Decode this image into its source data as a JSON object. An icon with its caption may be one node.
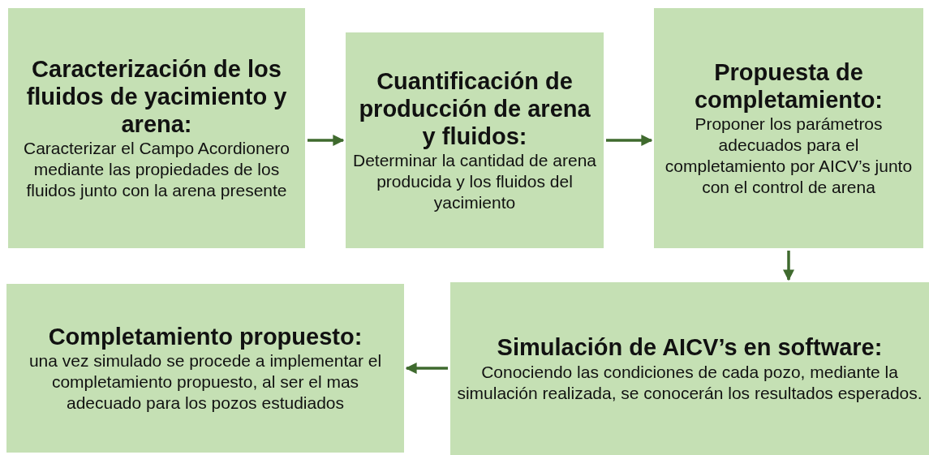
{
  "diagram": {
    "nodes": [
      {
        "text": [
          "Caracterización de los fluidos de yacimiento y arena:",
          "Caracterizar el Campo Acordionero mediante las propiedades de los fluidos junto con la arena presente"
        ]
      },
      {
        "text": [
          "Cuantificación de producción de arena y fluidos:",
          "Determinar la cantidad de arena producida y los fluidos del yacimiento"
        ]
      },
      {
        "text": [
          "Propuesta de completamiento:",
          "Proponer los parámetros adecuados para el completamiento por AICV’s junto con el control de arena"
        ]
      },
      {
        "text": [
          "Simulación de AICV’s en software:",
          "Conociendo las condiciones de cada pozo, mediante la simulación realizada, se conocerán los resultados esperados."
        ]
      },
      {
        "text": [
          "Completamiento propuesto:",
          "una vez simulado se procede a implementar el completamiento propuesto, al ser el mas adecuado para los pozos estudiados"
        ]
      }
    ],
    "edges": [
      {
        "from": 0,
        "to": 1,
        "arrow": "to"
      },
      {
        "from": 1,
        "to": 2,
        "arrow": "to"
      },
      {
        "from": 2,
        "to": 3,
        "arrow": "to"
      },
      {
        "from": 3,
        "to": 4,
        "arrow": "to"
      }
    ]
  }
}
